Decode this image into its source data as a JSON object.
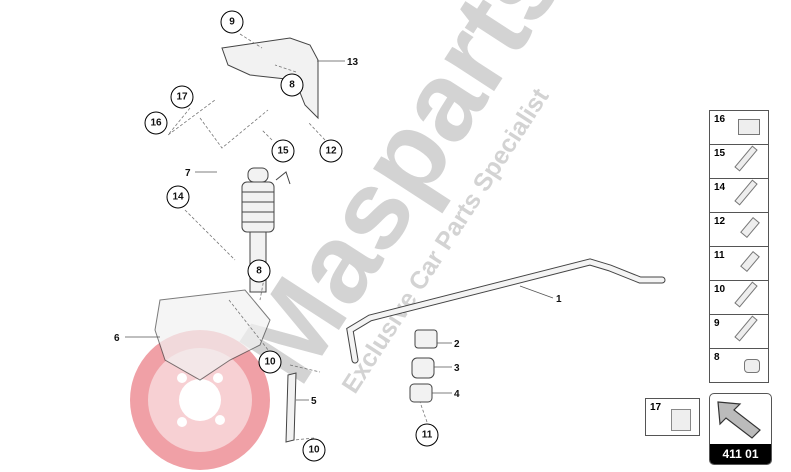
{
  "watermark": {
    "brand": "Masparts",
    "tagline": "Exclusive Car Parts Specialist"
  },
  "callouts_circled": [
    "9",
    "8",
    "17",
    "16",
    "15",
    "12",
    "14",
    "8",
    "10",
    "10",
    "11"
  ],
  "labels_plain": [
    "13",
    "7",
    "6",
    "1",
    "2",
    "3",
    "4",
    "5"
  ],
  "legend": {
    "items": [
      "16",
      "15",
      "14",
      "12",
      "11",
      "10",
      "9",
      "8"
    ],
    "extra": "17"
  },
  "page_code": "411 01",
  "colors": {
    "watermark": "#d0d0d0",
    "brand_red": "#e0505a"
  }
}
